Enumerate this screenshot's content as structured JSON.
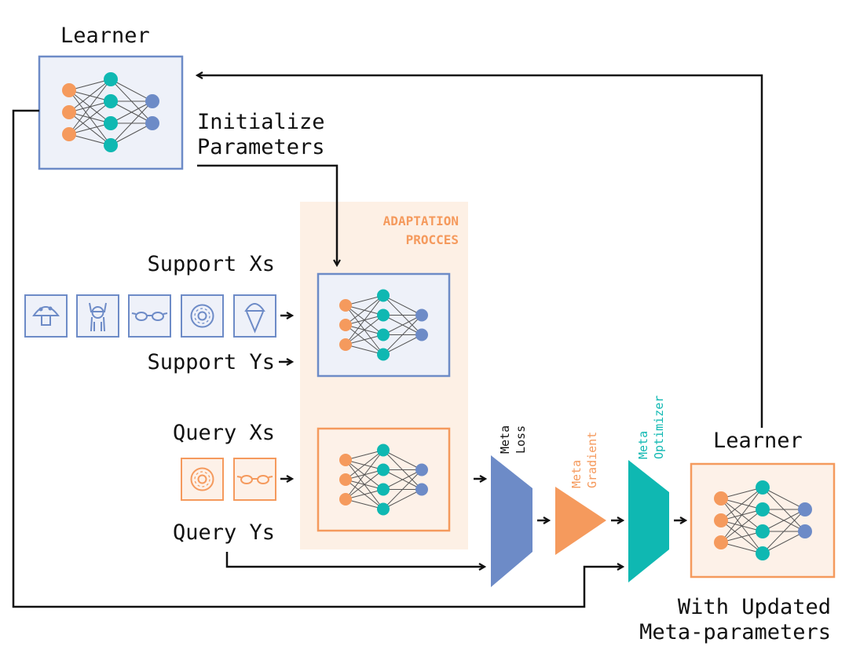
{
  "colors": {
    "blue": "#6d8bc7",
    "blue_fill": "#eef1f9",
    "orange": "#f59a5d",
    "orange_fill": "#fdf1e8",
    "teal": "#0fb8b2",
    "adapt_bg": "#fdf0e5",
    "edge": "#555555",
    "line": "#111111"
  },
  "labels": {
    "learner_top": "Learner",
    "init_line1": "Initialize",
    "init_line2": "Parameters",
    "adapt_line1": "ADAPTATION",
    "adapt_line2": "PROCCES",
    "support_xs": "Support Xs",
    "support_ys": "Support Ys",
    "query_xs": "Query Xs",
    "query_ys": "Query Ys",
    "meta_loss_1": "Meta",
    "meta_loss_2": "Loss",
    "meta_grad_1": "Meta",
    "meta_grad_2": "Gradient",
    "meta_opt_1": "Meta",
    "meta_opt_2": "Optimizer",
    "learner_right": "Learner",
    "updated_line1": "With Updated",
    "updated_line2": "Meta-parameters"
  },
  "support_images": [
    "mushroom-icon",
    "dog-icon",
    "sunglasses-icon",
    "donut-icon",
    "ice-cream-icon"
  ],
  "query_images": [
    "donut-icon",
    "sunglasses-icon"
  ],
  "network": {
    "layers": [
      3,
      4,
      2
    ]
  }
}
